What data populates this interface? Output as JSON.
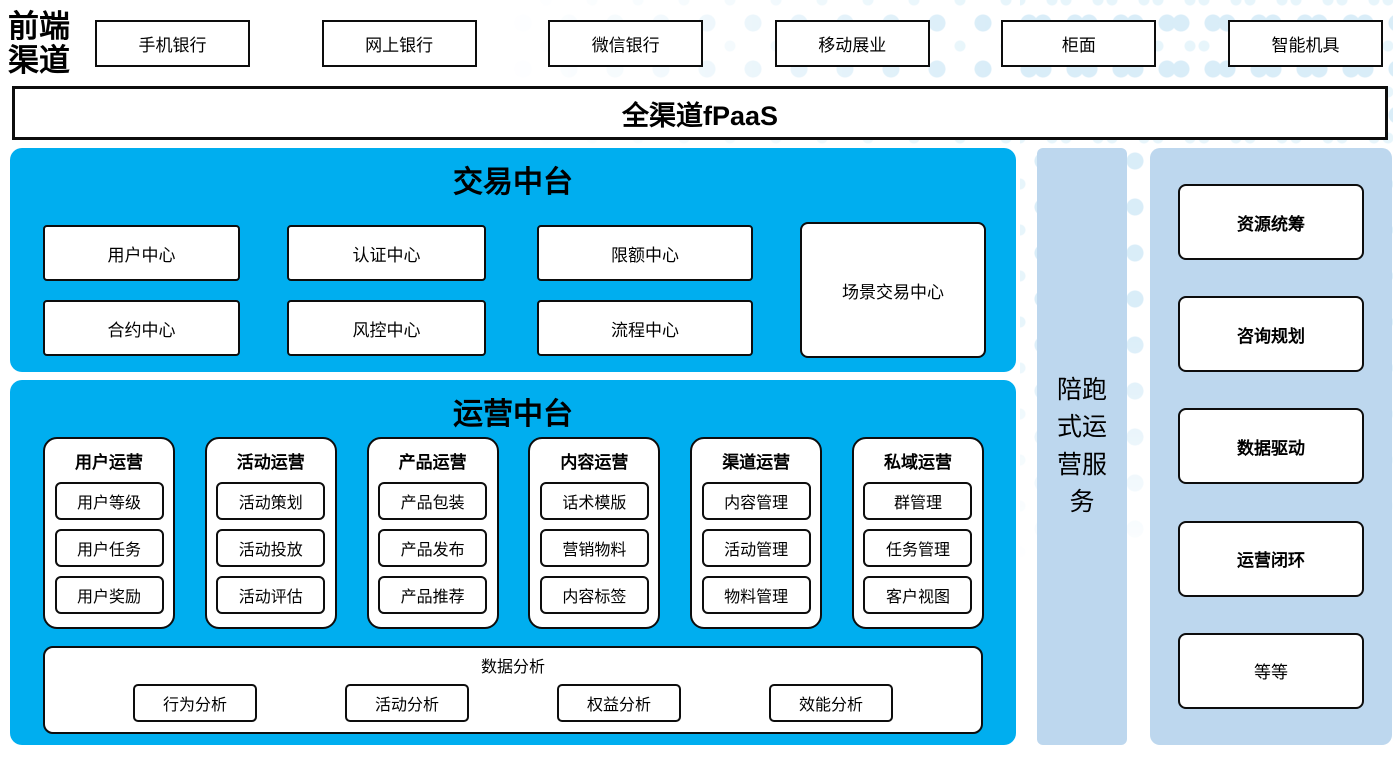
{
  "colors": {
    "accent-blue": "#00AEEF",
    "light-blue": "#BDD7EE",
    "dot-blue": "#D9EDF8",
    "border-dark": "#0d0d0d"
  },
  "front_channels": {
    "label": "前端渠道",
    "items": [
      "手机银行",
      "网上银行",
      "微信银行",
      "移动展业",
      "柜面",
      "智能机具"
    ]
  },
  "fpaas_bar": {
    "label": "全渠道fPaaS"
  },
  "trade_platform": {
    "title": "交易中台",
    "row1": [
      "用户中心",
      "认证中心",
      "限额中心"
    ],
    "row2": [
      "合约中心",
      "风控中心",
      "流程中心"
    ],
    "scene_center": "场景交易中心"
  },
  "operation_platform": {
    "title": "运营中台",
    "columns": [
      {
        "title": "用户运营",
        "items": [
          "用户等级",
          "用户任务",
          "用户奖励"
        ]
      },
      {
        "title": "活动运营",
        "items": [
          "活动策划",
          "活动投放",
          "活动评估"
        ]
      },
      {
        "title": "产品运营",
        "items": [
          "产品包装",
          "产品发布",
          "产品推荐"
        ]
      },
      {
        "title": "内容运营",
        "items": [
          "话术模版",
          "营销物料",
          "内容标签"
        ]
      },
      {
        "title": "渠道运营",
        "items": [
          "内容管理",
          "活动管理",
          "物料管理"
        ]
      },
      {
        "title": "私域运营",
        "items": [
          "群管理",
          "任务管理",
          "客户视图"
        ]
      }
    ],
    "data_analysis": {
      "title": "数据分析",
      "items": [
        "行为分析",
        "活动分析",
        "权益分析",
        "效能分析"
      ]
    }
  },
  "companion_band": {
    "label": "陪跑式运营服务"
  },
  "services_panel": {
    "items": [
      "资源统筹",
      "咨询规划",
      "数据驱动",
      "运营闭环",
      "等等"
    ]
  }
}
